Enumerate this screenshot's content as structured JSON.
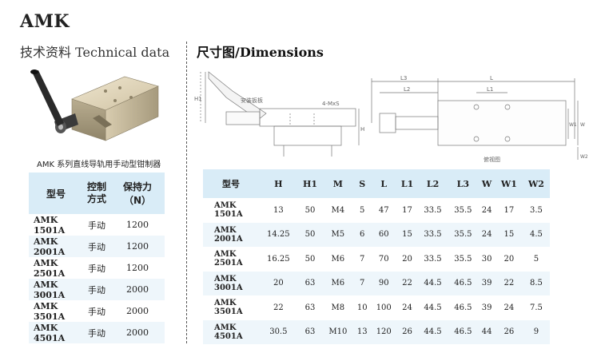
{
  "title": "AMK",
  "left_section_title": "技术资料  Technical data",
  "right_section_title": "尺寸图/Dimensions",
  "photo_caption": "AMK 系列直线导轨用手动型钳制器",
  "drawing": {
    "left_labels": {
      "h1": "H1",
      "h": "H",
      "handle": "安装扳板",
      "screw": "4-MxS"
    },
    "right_labels": {
      "l3": "L3",
      "l": "L",
      "l2": "L2",
      "l1": "L1",
      "w1": "W1",
      "w": "W",
      "w2": "W2",
      "view": "俯视图"
    }
  },
  "left_table": {
    "headers": [
      "型号",
      "控制方式",
      "保持力（N）"
    ],
    "rows": [
      [
        "AMK 1501A",
        "手动",
        "1200"
      ],
      [
        "AMK 2001A",
        "手动",
        "1200"
      ],
      [
        "AMK 2501A",
        "手动",
        "1200"
      ],
      [
        "AMK 3001A",
        "手动",
        "2000"
      ],
      [
        "AMK 3501A",
        "手动",
        "2000"
      ],
      [
        "AMK 4501A",
        "手动",
        "2000"
      ]
    ]
  },
  "right_table": {
    "headers": [
      "型号",
      "H",
      "H1",
      "M",
      "S",
      "L",
      "L1",
      "L2",
      "L3",
      "W",
      "W1",
      "W2"
    ],
    "rows": [
      [
        "AMK 1501A",
        "13",
        "50",
        "M4",
        "5",
        "47",
        "17",
        "33.5",
        "35.5",
        "24",
        "17",
        "3.5"
      ],
      [
        "AMK 2001A",
        "14.25",
        "50",
        "M5",
        "6",
        "60",
        "15",
        "33.5",
        "35.5",
        "24",
        "15",
        "4.5"
      ],
      [
        "AMK 2501A",
        "16.25",
        "50",
        "M6",
        "7",
        "70",
        "20",
        "33.5",
        "35.5",
        "30",
        "20",
        "5"
      ],
      [
        "AMK 3001A",
        "20",
        "63",
        "M6",
        "7",
        "90",
        "22",
        "44.5",
        "46.5",
        "39",
        "22",
        "8.5"
      ],
      [
        "AMK 3501A",
        "22",
        "63",
        "M8",
        "10",
        "100",
        "24",
        "44.5",
        "46.5",
        "39",
        "24",
        "7.5"
      ],
      [
        "AMK 4501A",
        "30.5",
        "63",
        "M10",
        "13",
        "120",
        "26",
        "44.5",
        "46.5",
        "44",
        "26",
        "9"
      ]
    ]
  }
}
